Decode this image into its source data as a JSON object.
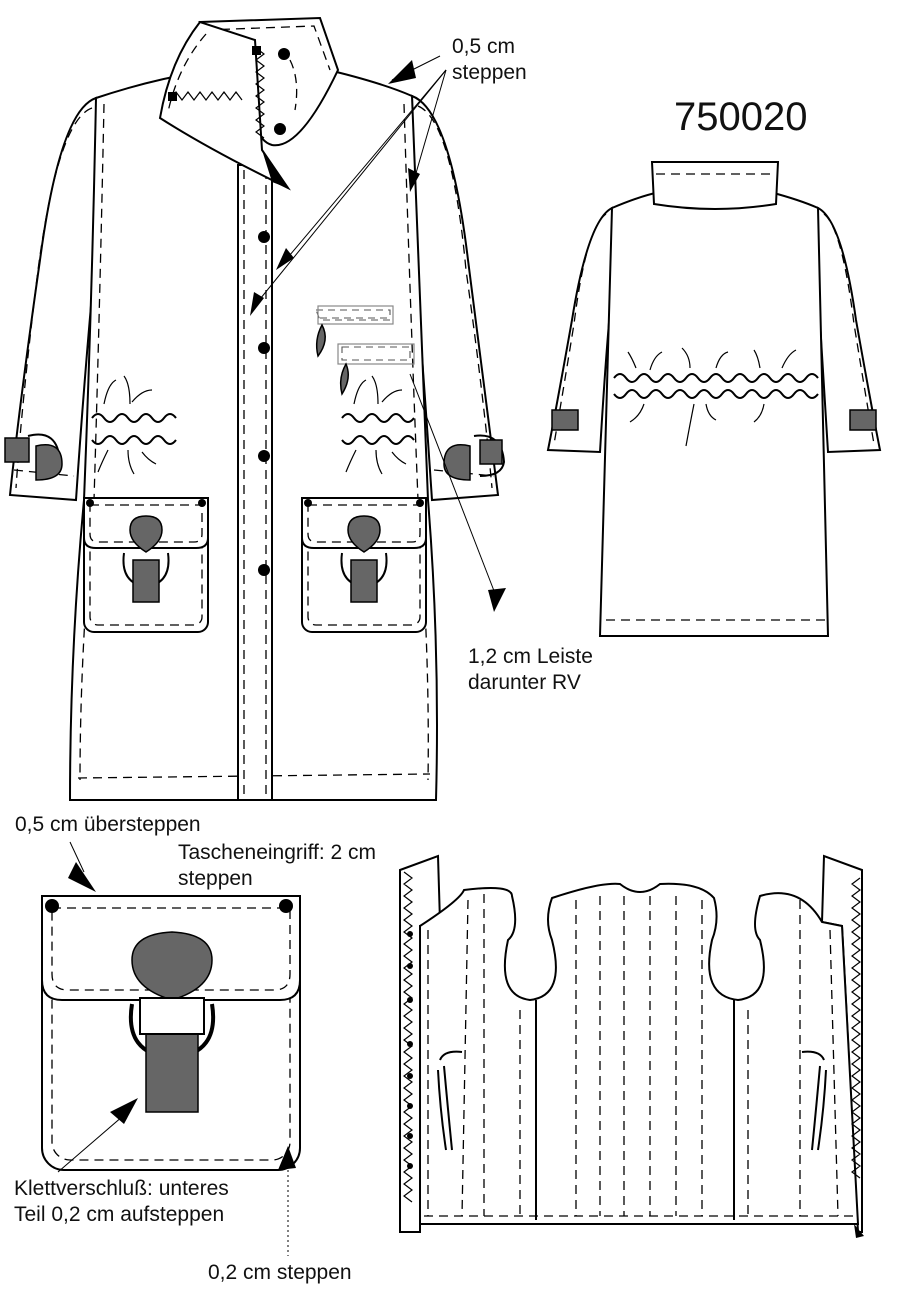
{
  "model_number": "750020",
  "labels": {
    "collar_stitch": "0,5 cm steppen",
    "placket_zip": "1,2 cm Leiste darunter RV",
    "pocket_topstitch": "0,5 cm übersteppen",
    "pocket_opening": "Tascheneingriff: 2 cm steppen",
    "velcro": "Klettverschluß: unteres Teil 0,2 cm aufsteppen",
    "edge_stitch": "0,2 cm steppen"
  },
  "colors": {
    "line": "#000000",
    "fill_gray": "#666666",
    "background": "#ffffff"
  }
}
